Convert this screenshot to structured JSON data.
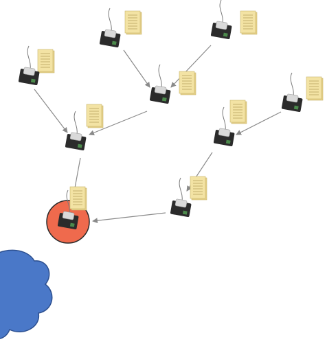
{
  "diagram": {
    "nodes": [
      {
        "id": "top-left-sensor",
        "kind": "sensor",
        "has_document": true,
        "is_sink": false
      },
      {
        "id": "top-right-sensor",
        "kind": "sensor",
        "has_document": true,
        "is_sink": false
      },
      {
        "id": "left-sensor",
        "kind": "sensor",
        "has_document": true,
        "is_sink": false
      },
      {
        "id": "center-sensor",
        "kind": "sensor",
        "has_document": true,
        "is_sink": false
      },
      {
        "id": "right-sensor",
        "kind": "sensor",
        "has_document": true,
        "is_sink": false
      },
      {
        "id": "left-mid-sensor",
        "kind": "sensor",
        "has_document": true,
        "is_sink": false
      },
      {
        "id": "right-mid-sensor",
        "kind": "sensor",
        "has_document": true,
        "is_sink": false
      },
      {
        "id": "lower-right-sensor",
        "kind": "sensor",
        "has_document": true,
        "is_sink": false
      },
      {
        "id": "sink-node",
        "kind": "sink",
        "has_document": true,
        "is_sink": true
      }
    ],
    "edges": [
      {
        "from": "top-left-sensor",
        "to": "center-sensor"
      },
      {
        "from": "top-right-sensor",
        "to": "center-sensor"
      },
      {
        "from": "left-sensor",
        "to": "left-mid-sensor"
      },
      {
        "from": "center-sensor",
        "to": "left-mid-sensor"
      },
      {
        "from": "right-sensor",
        "to": "right-mid-sensor"
      },
      {
        "from": "right-mid-sensor",
        "to": "lower-right-sensor"
      },
      {
        "from": "left-mid-sensor",
        "to": "sink-node"
      },
      {
        "from": "lower-right-sensor",
        "to": "sink-node"
      }
    ],
    "colors": {
      "sink_fill": "#ef6a4d",
      "cloud_fill": "#4a78c8",
      "cloud_stroke": "#2c4f8f",
      "edge": "#8a8a8a",
      "document": "#f3e3a4",
      "sensor_body": "#2b2b2b"
    },
    "icons": {
      "sensor": "sensor-device-icon",
      "document": "document-icon",
      "cloud": "cloud-icon"
    }
  }
}
